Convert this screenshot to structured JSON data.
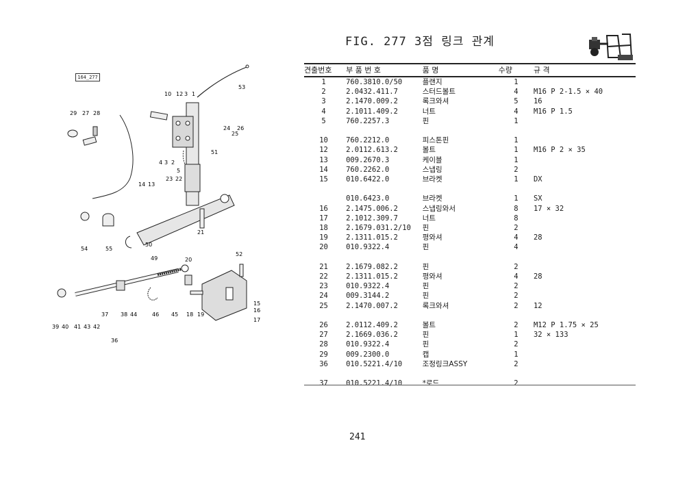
{
  "figure_title": "FIG. 277  3점 링크 관계",
  "figure_code": "164_277",
  "page_number": "241",
  "table": {
    "headers": {
      "no": "견출번호",
      "part": "부 품 번 호",
      "name": "품    명",
      "qty": "수량",
      "spec": "규          격"
    },
    "rows": [
      {
        "no": "1",
        "part": "760.3810.0/50",
        "name": "플랜지",
        "qty": "1",
        "spec": ""
      },
      {
        "no": "2",
        "part": "2.0432.411.7",
        "name": "스터드볼트",
        "qty": "4",
        "spec": "M16 P 2-1.5 × 40"
      },
      {
        "no": "3",
        "part": "2.1470.009.2",
        "name": "록크와셔",
        "qty": "5",
        "spec": "16"
      },
      {
        "no": "4",
        "part": "2.1011.409.2",
        "name": "너트",
        "qty": "4",
        "spec": "M16 P 1.5"
      },
      {
        "no": "5",
        "part": "760.2257.3",
        "name": "핀",
        "qty": "1",
        "spec": ""
      },
      {
        "no": "",
        "part": "",
        "name": "",
        "qty": "",
        "spec": ""
      },
      {
        "no": "10",
        "part": "760.2212.0",
        "name": "피스톤핀",
        "qty": "1",
        "spec": ""
      },
      {
        "no": "12",
        "part": "2.0112.613.2",
        "name": "볼트",
        "qty": "1",
        "spec": "M16 P 2 × 35"
      },
      {
        "no": "13",
        "part": "009.2670.3",
        "name": "케이블",
        "qty": "1",
        "spec": ""
      },
      {
        "no": "14",
        "part": "760.2262.0",
        "name": "스냅링",
        "qty": "2",
        "spec": ""
      },
      {
        "no": "15",
        "part": "010.6422.0",
        "name": "브라켓",
        "qty": "1",
        "spec": "DX"
      },
      {
        "no": "",
        "part": "",
        "name": "",
        "qty": "",
        "spec": ""
      },
      {
        "no": "",
        "part": "010.6423.0",
        "name": "브라켓",
        "qty": "1",
        "spec": "SX"
      },
      {
        "no": "16",
        "part": "2.1475.006.2",
        "name": "스냅링와서",
        "qty": "8",
        "spec": "17 × 32"
      },
      {
        "no": "17",
        "part": "2.1012.309.7",
        "name": "너트",
        "qty": "8",
        "spec": ""
      },
      {
        "no": "18",
        "part": "2.1679.031.2/10",
        "name": "핀",
        "qty": "2",
        "spec": ""
      },
      {
        "no": "19",
        "part": "2.1311.015.2",
        "name": "평와셔",
        "qty": "4",
        "spec": "28"
      },
      {
        "no": "20",
        "part": "010.9322.4",
        "name": "핀",
        "qty": "4",
        "spec": ""
      },
      {
        "no": "",
        "part": "",
        "name": "",
        "qty": "",
        "spec": ""
      },
      {
        "no": "21",
        "part": "2.1679.082.2",
        "name": "핀",
        "qty": "2",
        "spec": ""
      },
      {
        "no": "22",
        "part": "2.1311.015.2",
        "name": "평와셔",
        "qty": "4",
        "spec": "28"
      },
      {
        "no": "23",
        "part": "010.9322.4",
        "name": "핀",
        "qty": "2",
        "spec": ""
      },
      {
        "no": "24",
        "part": "009.3144.2",
        "name": "핀",
        "qty": "2",
        "spec": ""
      },
      {
        "no": "25",
        "part": "2.1470.007.2",
        "name": "록크와셔",
        "qty": "2",
        "spec": "12"
      },
      {
        "no": "",
        "part": "",
        "name": "",
        "qty": "",
        "spec": ""
      },
      {
        "no": "26",
        "part": "2.0112.409.2",
        "name": "볼트",
        "qty": "2",
        "spec": "M12 P 1.75 × 25"
      },
      {
        "no": "27",
        "part": "2.1669.036.2",
        "name": "핀",
        "qty": "1",
        "spec": "32 × 133"
      },
      {
        "no": "28",
        "part": "010.9322.4",
        "name": "핀",
        "qty": "2",
        "spec": ""
      },
      {
        "no": "29",
        "part": "009.2300.0",
        "name": "캡",
        "qty": "1",
        "spec": ""
      },
      {
        "no": "36",
        "part": "010.5221.4/10",
        "name": "조정링크ASSY",
        "qty": "2",
        "spec": ""
      },
      {
        "no": "",
        "part": "",
        "name": "",
        "qty": "",
        "spec": ""
      },
      {
        "no": "37",
        "part": "010.5221.4/10",
        "name": "*로드",
        "qty": "2",
        "spec": ""
      }
    ]
  },
  "diagram_labels": {
    "l53": "53",
    "l10": "10",
    "l12": "12",
    "l3": "3",
    "l1": "1",
    "l29": "29",
    "l27": "27",
    "l28": "28",
    "l24": "24",
    "l26": "26",
    "l25": "25",
    "l51": "51",
    "l4": "4",
    "l3b": "3",
    "l2": "2",
    "l5": "5",
    "l14": "14",
    "l13": "13",
    "l23": "23",
    "l22": "22",
    "l21": "21",
    "l54": "54",
    "l55": "55",
    "l50": "50",
    "l49": "49",
    "l52": "52",
    "l20": "20",
    "l15": "15",
    "l16": "16",
    "l17": "17",
    "l18": "18",
    "l19": "19",
    "l39": "39",
    "l40": "40",
    "l41": "41",
    "l43": "43",
    "l42": "42",
    "l37": "37",
    "l38": "38",
    "l44": "44",
    "l46": "46",
    "l45": "45",
    "l36": "36"
  }
}
